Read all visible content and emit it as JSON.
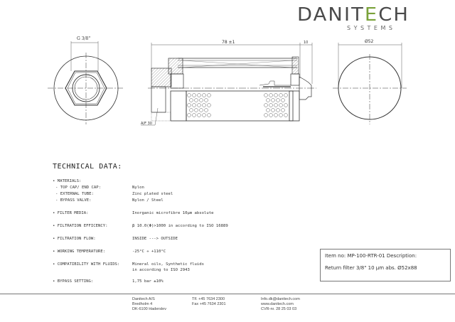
{
  "logo": {
    "brand_start": "DANIT",
    "brand_accent": "E",
    "brand_end": "CH",
    "subtitle": "SYSTEMS",
    "accent_color": "#7aa23a",
    "text_color": "#4a4a4a"
  },
  "drawing": {
    "left_view_dim": "G 3/8\"",
    "side_view_length": "78 ±1",
    "side_view_end": "10",
    "wrench_size": "A/F 30",
    "right_view_dim": "Ø52"
  },
  "technical": {
    "title": "TECHNICAL DATA:",
    "materials": {
      "label": "• MATERIALS:",
      "items": [
        {
          "label": "- TOP CAP/ END CAP:",
          "value": "Nylon"
        },
        {
          "label": "- EXTERNAL TUBE:",
          "value": "Zinc plated steel"
        },
        {
          "label": "- BYPASS VALVE:",
          "value": "Nylon / Steel"
        }
      ]
    },
    "specs": [
      {
        "label": "• FILTER MEDIA:",
        "value": "Inorganic microfibre 10μm absolute"
      },
      {
        "label": "• FILTRATION EFFICENCY:",
        "value": "β 10.0(Φ)>1000 in according to ISO 16889"
      },
      {
        "label": "• FILTRATION FLOW:",
        "value": "INSIDE ---> OUTSIDE"
      },
      {
        "label": "• WORKING TEMPERATURE:",
        "value": "-25°C ÷ +110°C"
      },
      {
        "label": "• COMPATIBILITY WITH FLUIDS:",
        "value": "Mineral oils, Synthetic fluids",
        "value2": "in according to ISO 2943"
      },
      {
        "label": "• BYPASS SETTING:",
        "value": "1,75 bar ±10%"
      }
    ]
  },
  "item": {
    "line1": "Item no: MP-100-RTR-01 Description:",
    "line2": "Return filter 3/8\" 10 μm abs. Ø52x88"
  },
  "footer": {
    "col1": [
      "Danitech A/S",
      "Bredholm 4",
      "DK-6100 Haderslev"
    ],
    "col2": [
      "Tlf. +45 7634 2300",
      "Fax +45 7634 2301"
    ],
    "col3": [
      "Info.dk@danitech.com",
      "www.danitech.com",
      "CVR-nr. 28 25 03 03"
    ]
  }
}
